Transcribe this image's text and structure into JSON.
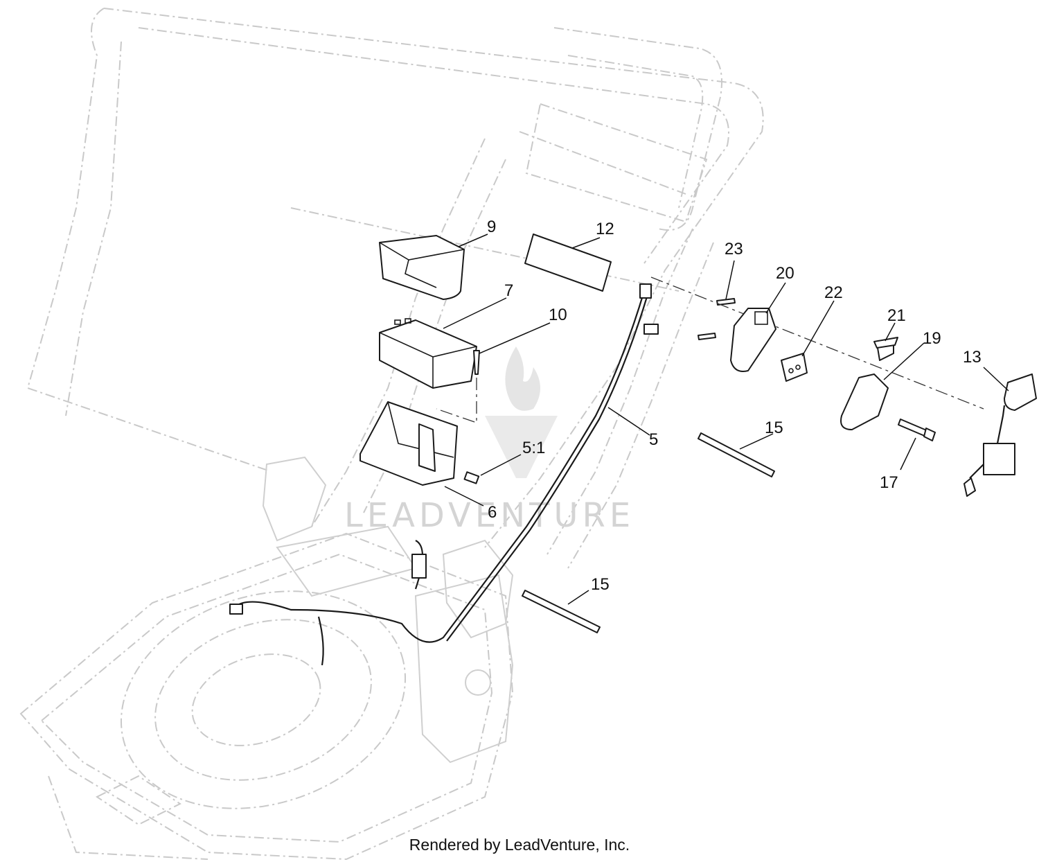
{
  "diagram": {
    "callouts": [
      {
        "id": "c9",
        "label": "9"
      },
      {
        "id": "c12",
        "label": "12"
      },
      {
        "id": "c7",
        "label": "7"
      },
      {
        "id": "c10",
        "label": "10"
      },
      {
        "id": "c23",
        "label": "23"
      },
      {
        "id": "c20",
        "label": "20"
      },
      {
        "id": "c22",
        "label": "22"
      },
      {
        "id": "c21",
        "label": "21"
      },
      {
        "id": "c19",
        "label": "19"
      },
      {
        "id": "c13",
        "label": "13"
      },
      {
        "id": "c5",
        "label": "5"
      },
      {
        "id": "c15a",
        "label": "15"
      },
      {
        "id": "c17",
        "label": "17"
      },
      {
        "id": "c5_1",
        "label": "5:1"
      },
      {
        "id": "c6",
        "label": "6"
      },
      {
        "id": "c15b",
        "label": "15"
      }
    ],
    "watermark": "LEADVENTURE",
    "footer": "Rendered by LeadVenture, Inc."
  },
  "colors": {
    "ink": "#111111",
    "ghost": "#c9c9c9",
    "watermark": "#d4d4d4",
    "background": "#ffffff"
  }
}
